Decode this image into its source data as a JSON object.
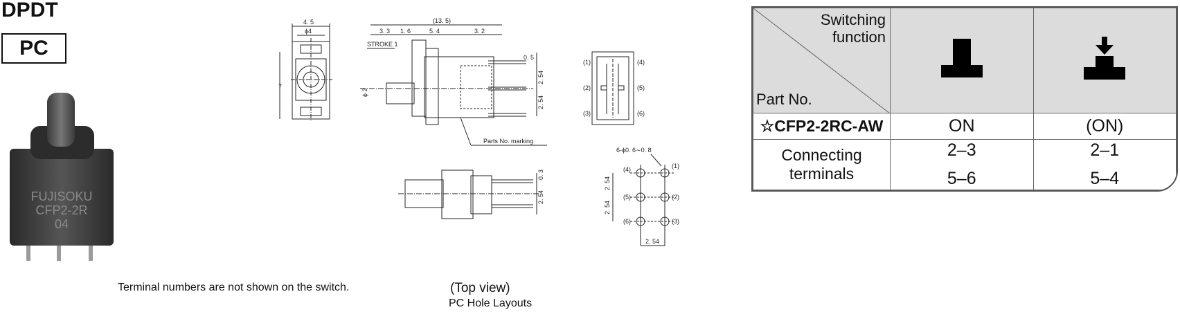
{
  "header": {
    "title": "DPDT",
    "pc_label": "PC"
  },
  "photo": {
    "marking_lines": [
      "FUJISOKU",
      "CFP2-2R",
      "04"
    ]
  },
  "drawing": {
    "dims": {
      "w45": "4. 5",
      "phi4": "ϕ4",
      "d135": "(13. 5)",
      "d33": "3. 3",
      "d16": "1. 6",
      "d54": "5. 4",
      "d32": "3. 2",
      "stroke": "STROKE 1",
      "d05": "0. 5",
      "d254a": "2. 54",
      "d254b": "2. 54",
      "d7": "7",
      "phi2": "ϕ 2",
      "marking": "Parts No. marking",
      "d03": "0. 3",
      "d254c": "2. 54",
      "hole": "6-ϕ0. 6∼0. 8",
      "h254a": "2. 54",
      "h254b": "2. 54",
      "h254c": "2. 54"
    },
    "terminals": [
      "(1)",
      "(2)",
      "(3)",
      "(4)",
      "(5)",
      "(6)"
    ]
  },
  "notes": {
    "terminal_note": "Terminal numbers are not shown on the switch.",
    "top_view": "(Top view)",
    "pc_hole_layouts": "PC Hole Layouts"
  },
  "table": {
    "switching_function": "Switching\nfunction",
    "part_no_label": "Part No.",
    "part_no": "☆CFP2-2RC-AW",
    "state_1": "ON",
    "state_2": "(ON)",
    "connecting_label": "Connecting terminals",
    "conn_1a": "2–3",
    "conn_1b": "5–6",
    "conn_2a": "2–1",
    "conn_2b": "5–4"
  }
}
